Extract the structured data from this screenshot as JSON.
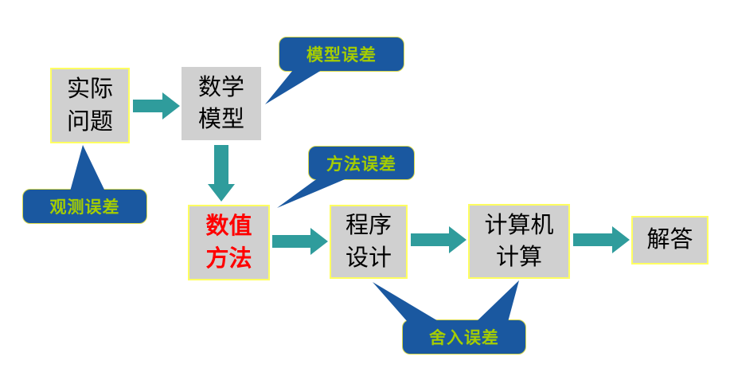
{
  "boxes": {
    "actual_problem": {
      "line1": "实际",
      "line2": "问题"
    },
    "math_model": {
      "line1": "数学",
      "line2": "模型"
    },
    "numerical_method": {
      "line1": "数值",
      "line2": "方法"
    },
    "program_design": {
      "line1": "程序",
      "line2": "设计"
    },
    "computer_computation": {
      "line1": "计算机",
      "line2": "计算"
    },
    "answer": {
      "line1": "解答"
    }
  },
  "callouts": {
    "model_error": {
      "label": "模型误差"
    },
    "observation_error": {
      "label": "观测误差"
    },
    "method_error": {
      "label": "方法误差"
    },
    "rounding_error": {
      "label": "舍入误差"
    }
  },
  "colors": {
    "box_background": "#d0d0d0",
    "box_border": "#ffff60",
    "box_text": "#000000",
    "numerical_method_text": "#ff0000",
    "callout_background": "#1a58a0",
    "callout_text": "#a5cd00",
    "arrow": "#2f9c9c"
  }
}
